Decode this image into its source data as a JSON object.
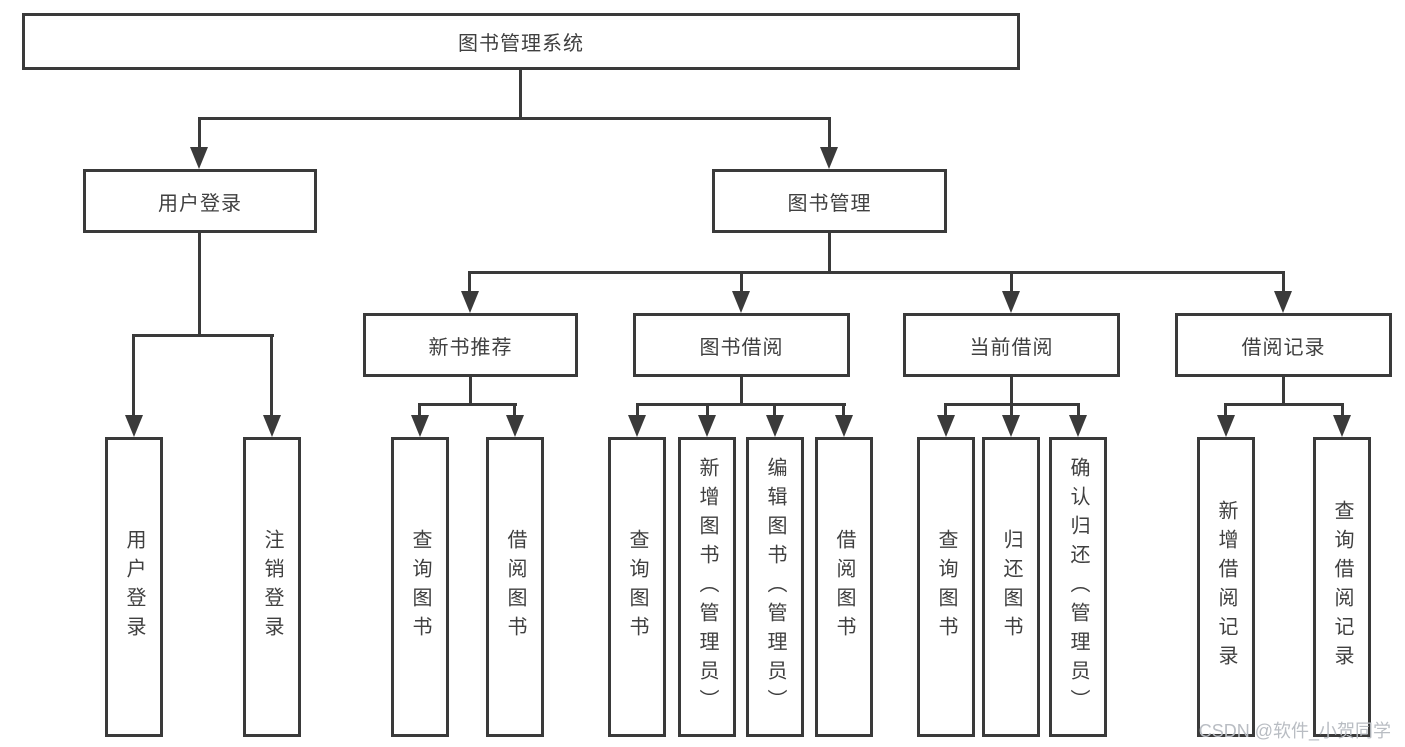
{
  "diagram": {
    "root": {
      "label": "图书管理系统"
    },
    "level2": [
      {
        "label": "用户登录",
        "children": [
          "用户登录",
          "注销登录"
        ]
      },
      {
        "label": "图书管理"
      }
    ],
    "level3": [
      {
        "label": "新书推荐",
        "children": [
          "查询图书",
          "借阅图书"
        ]
      },
      {
        "label": "图书借阅",
        "children": [
          "查询图书",
          "新增图书（管理员）",
          "编辑图书（管理员）",
          "借阅图书"
        ]
      },
      {
        "label": "当前借阅",
        "children": [
          "查询图书",
          "归还图书",
          "确认归还（管理员）"
        ]
      },
      {
        "label": "借阅记录",
        "children": [
          "新增借阅记录",
          "查询借阅记录"
        ]
      }
    ]
  },
  "watermark": "CSDN @软件_小贺同学",
  "colors": {
    "line": "#3a3a3a",
    "text": "#404040",
    "watermark": "#b9bdc3",
    "background": "#ffffff"
  }
}
